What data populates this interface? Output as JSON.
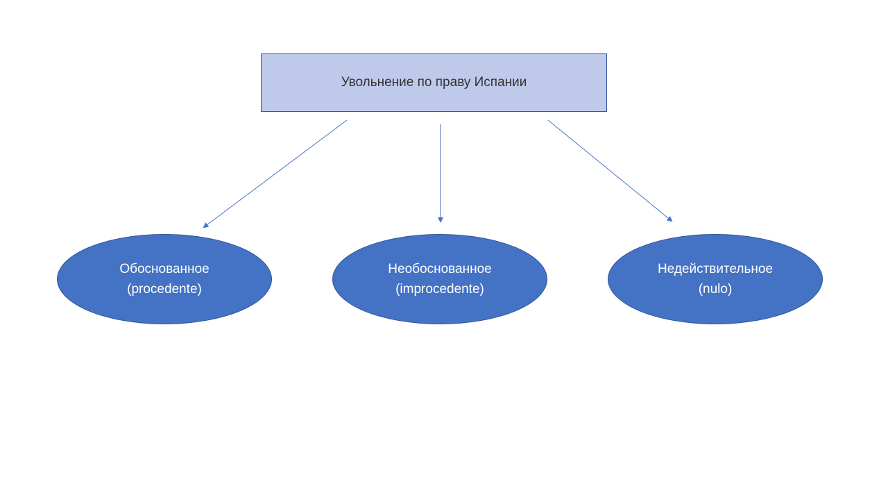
{
  "diagram": {
    "root": "Увольнение по праву Испании",
    "nodes": [
      {
        "line1": "Обоснованное",
        "line2": "(procedente)"
      },
      {
        "line1": "Необоснованное",
        "line2": "(improcedente)"
      },
      {
        "line1": "Недействительное",
        "line2": "(nulo)"
      }
    ],
    "colors": {
      "root_fill": "#bfcaeb",
      "node_fill": "#4472c4",
      "arrow": "#4472c4"
    }
  }
}
